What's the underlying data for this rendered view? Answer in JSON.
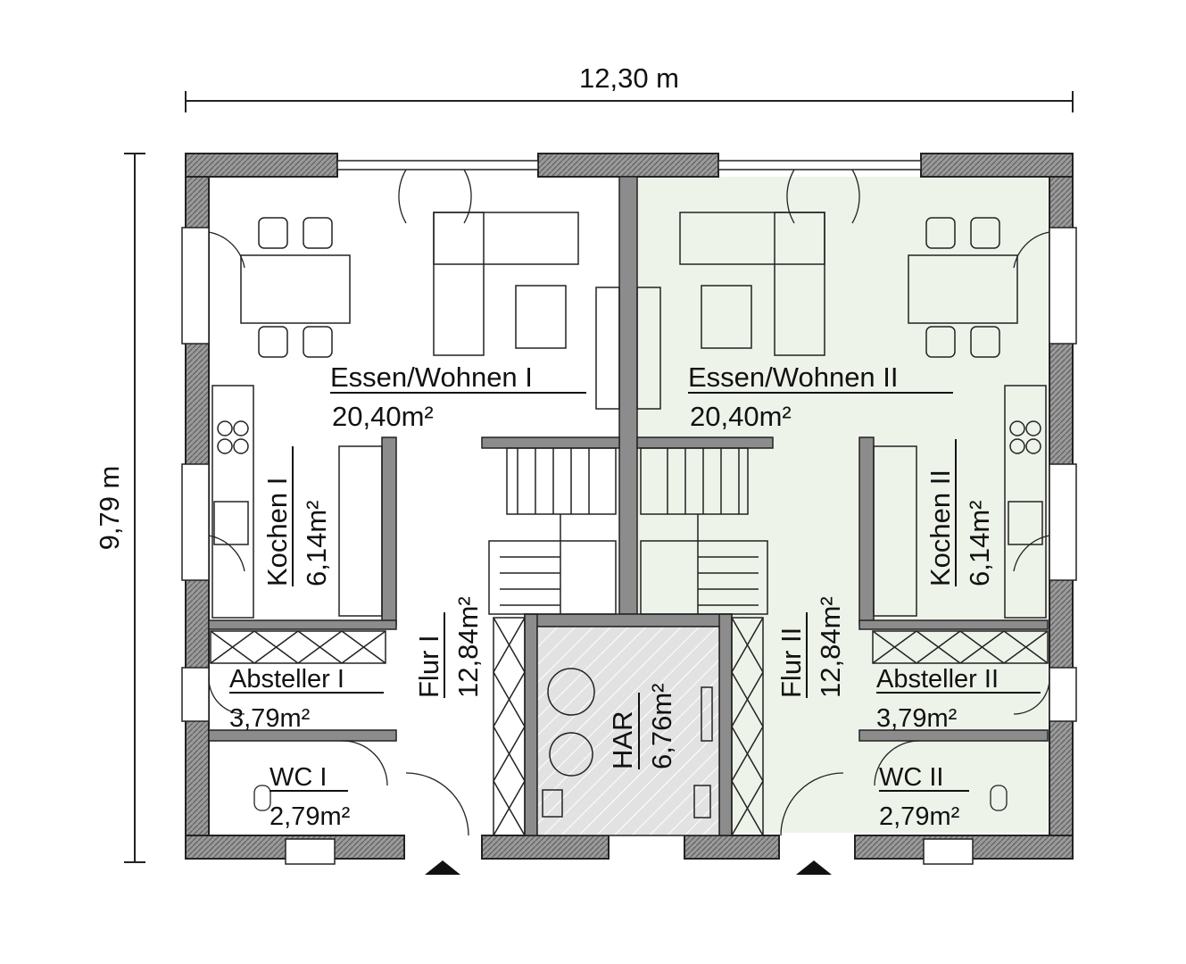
{
  "dimensions": {
    "width_label": "12,30 m",
    "height_label": "9,79 m"
  },
  "rooms": {
    "essen_wohnen_1": {
      "name": "Essen/Wohnen I",
      "area": "20,40m²"
    },
    "essen_wohnen_2": {
      "name": "Essen/Wohnen II",
      "area": "20,40m²"
    },
    "kochen_1": {
      "name": "Kochen I",
      "area": "6,14m²"
    },
    "kochen_2": {
      "name": "Kochen II",
      "area": "6,14m²"
    },
    "flur_1": {
      "name": "Flur I",
      "area": "12,84m²"
    },
    "flur_2": {
      "name": "Flur II",
      "area": "12,84m²"
    },
    "har": {
      "name": "HAR",
      "area": "6,76m²"
    },
    "absteller_1": {
      "name": "Absteller I",
      "area": "3,79m²"
    },
    "absteller_2": {
      "name": "Absteller II",
      "area": "3,79m²"
    },
    "wc_1": {
      "name": "WC I",
      "area": "2,79m²"
    },
    "wc_2": {
      "name": "WC II",
      "area": "2,79m²"
    }
  },
  "colors": {
    "right_unit_fill": "#eef3ea",
    "har_fill": "#dedede",
    "wall_fill": "#8c8c8c",
    "line": "#222222"
  }
}
